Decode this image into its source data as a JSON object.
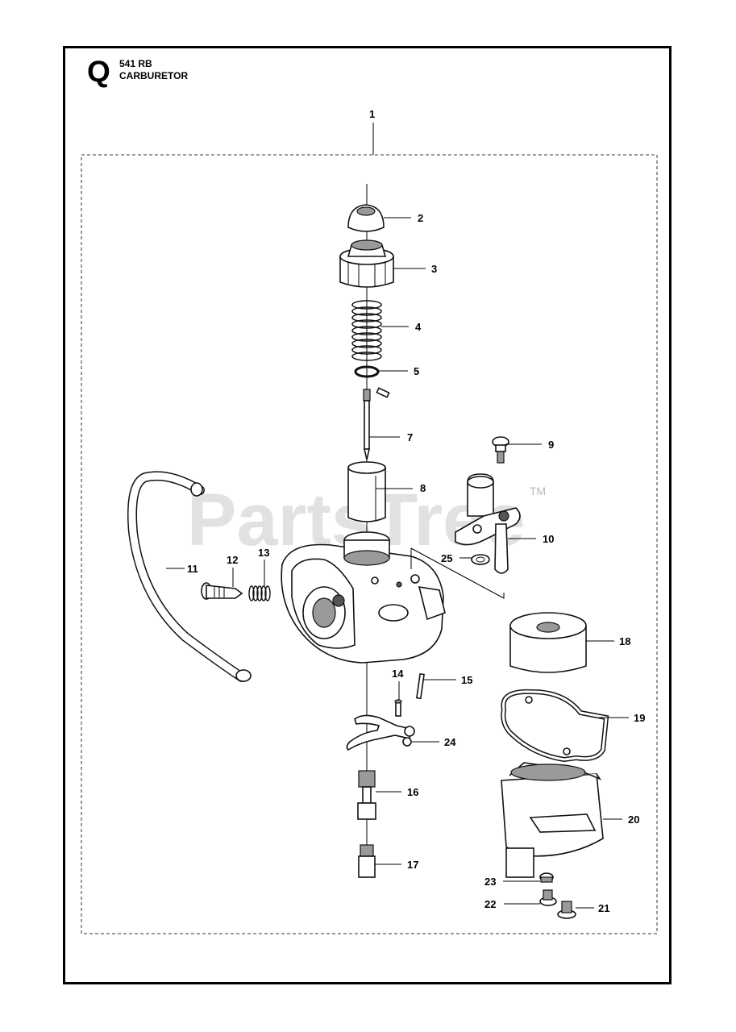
{
  "header": {
    "section_letter": "Q",
    "model": "541 RB",
    "title": "CARBURETOR"
  },
  "watermark": {
    "text": "PartsTree",
    "trademark": "TM"
  },
  "callouts": [
    {
      "id": "1",
      "label": "1"
    },
    {
      "id": "2",
      "label": "2"
    },
    {
      "id": "3",
      "label": "3"
    },
    {
      "id": "4",
      "label": "4"
    },
    {
      "id": "5",
      "label": "5"
    },
    {
      "id": "7",
      "label": "7"
    },
    {
      "id": "8",
      "label": "8"
    },
    {
      "id": "9",
      "label": "9"
    },
    {
      "id": "10",
      "label": "10"
    },
    {
      "id": "11",
      "label": "11"
    },
    {
      "id": "12",
      "label": "12"
    },
    {
      "id": "13",
      "label": "13"
    },
    {
      "id": "14",
      "label": "14"
    },
    {
      "id": "15",
      "label": "15"
    },
    {
      "id": "16",
      "label": "16"
    },
    {
      "id": "17",
      "label": "17"
    },
    {
      "id": "18",
      "label": "18"
    },
    {
      "id": "19",
      "label": "19"
    },
    {
      "id": "20",
      "label": "20"
    },
    {
      "id": "21",
      "label": "21"
    },
    {
      "id": "22",
      "label": "22"
    },
    {
      "id": "23",
      "label": "23"
    },
    {
      "id": "24",
      "label": "24"
    },
    {
      "id": "25",
      "label": "25"
    }
  ]
}
